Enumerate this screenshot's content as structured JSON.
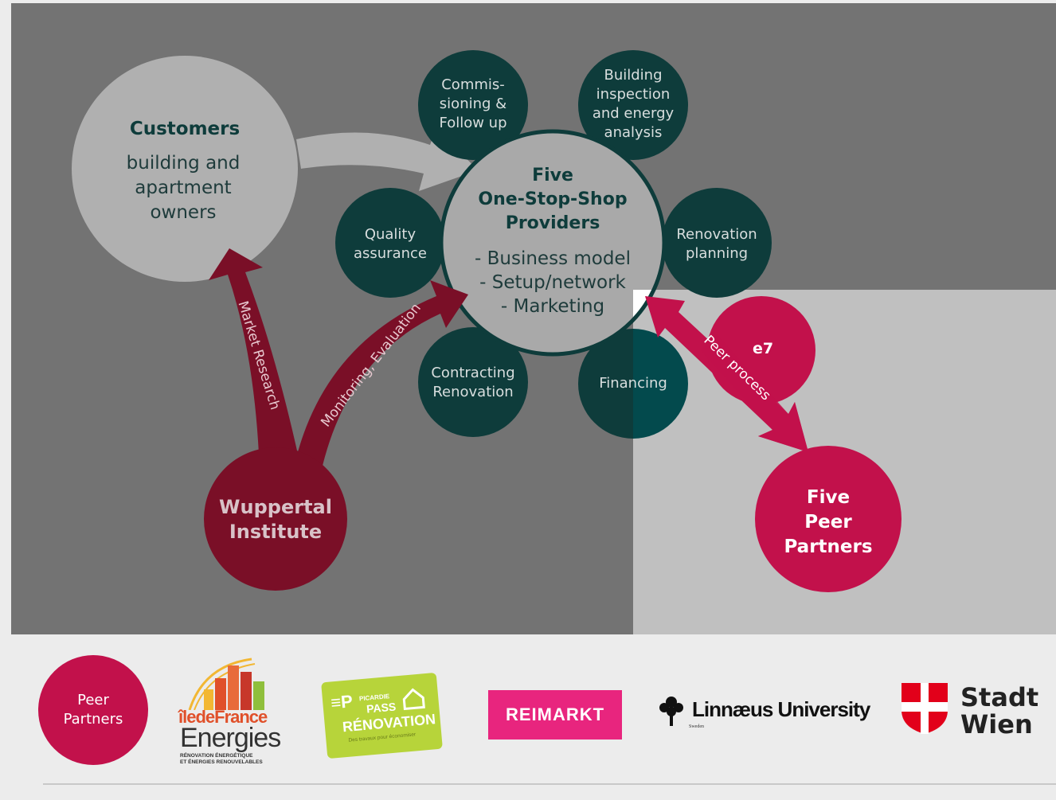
{
  "diagram": {
    "customers": {
      "title": "Customers",
      "lines": [
        "building and",
        "apartment",
        "owners"
      ]
    },
    "center": {
      "title_lines": [
        "Five",
        "One-Stop-Shop",
        "Providers"
      ],
      "items": [
        "- Business model",
        "- Setup/network",
        "- Marketing"
      ]
    },
    "satellites": [
      {
        "id": "commissioning",
        "lines": [
          "Commis-",
          "sioning &",
          "Follow up"
        ]
      },
      {
        "id": "inspection",
        "lines": [
          "Building",
          "inspection",
          "and energy",
          "analysis"
        ]
      },
      {
        "id": "renovation-planning",
        "lines": [
          "Renovation",
          "planning"
        ]
      },
      {
        "id": "financing",
        "lines": [
          "Financing"
        ]
      },
      {
        "id": "contracting",
        "lines": [
          "Contracting",
          "Renovation"
        ]
      },
      {
        "id": "quality",
        "lines": [
          "Quality",
          "assurance"
        ]
      }
    ],
    "wuppertal": {
      "lines": [
        "Wuppertal",
        "Institute"
      ]
    },
    "e7": {
      "label": "e7"
    },
    "peer_partners": {
      "lines": [
        "Five",
        "Peer",
        "Partners"
      ]
    },
    "arrows": {
      "market_research": "Market Research",
      "monitoring": "Monitoring, Evaluation",
      "peer_process": "Peer process"
    },
    "colors": {
      "dark_bg": "#737373",
      "light_bg": "#c0c0c0",
      "satellite": "#0e3c3b",
      "center": "#a9a9a9",
      "customers": "#b0b0b0",
      "wuppertal": "#7a0f27",
      "peer_red": "#c2114b"
    }
  },
  "logos": {
    "peer_circle": {
      "lines": [
        "Peer",
        "Partners"
      ]
    },
    "idf": {
      "top": "îledeFrance",
      "main": "Energies",
      "tag_lines": [
        "RÉNOVATION ÉNERGÉTIQUE",
        "ET ÉNERGIES RENOUVELABLES"
      ]
    },
    "picardie": {
      "small": "PICARDIE",
      "pass": "PASS",
      "renovation": "RÉNOVATION",
      "sub": "Des travaux pour économiser"
    },
    "reimarkt": {
      "label": "REIMARKT"
    },
    "lnu": {
      "name": "Linnæus University",
      "sub": "Sweden"
    },
    "wien": {
      "line1": "Stadt",
      "line2": "Wien"
    }
  }
}
